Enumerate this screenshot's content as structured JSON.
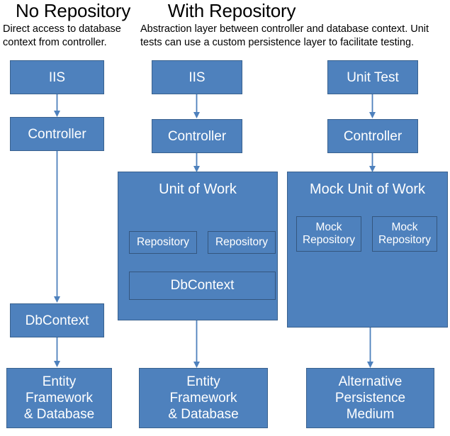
{
  "diagram": {
    "type": "flow-diagram",
    "title_left": "No Repository",
    "title_right": "With Repository",
    "subtitle_left": "Direct access to database context from controller.",
    "subtitle_right": "Abstraction layer between controller and database context. Unit tests can use a custom persistence layer to facilitate testing.",
    "colors": {
      "box_fill": "#4E81BD",
      "box_border": "#39618E",
      "inner_border": "#34567E",
      "connector": "#4E81BD",
      "box_text": "#FFFFFF",
      "heading_text": "#000000",
      "background": "#FFFFFF"
    },
    "columns": [
      {
        "name": "no-repository",
        "nodes": [
          {
            "id": "iis-1",
            "label": "IIS"
          },
          {
            "id": "controller-1",
            "label": "Controller"
          },
          {
            "id": "dbcontext-1",
            "label": "DbContext"
          },
          {
            "id": "ef-db-1",
            "label": "Entity\nFramework\n& Database"
          }
        ]
      },
      {
        "name": "with-repository-production",
        "nodes": [
          {
            "id": "iis-2",
            "label": "IIS"
          },
          {
            "id": "controller-2",
            "label": "Controller"
          },
          {
            "id": "unit-of-work",
            "label": "Unit of Work"
          },
          {
            "id": "repository-1",
            "label": "Repository"
          },
          {
            "id": "repository-2",
            "label": "Repository"
          },
          {
            "id": "dbcontext-2",
            "label": "DbContext"
          },
          {
            "id": "ef-db-2",
            "label": "Entity\nFramework\n& Database"
          }
        ]
      },
      {
        "name": "with-repository-test",
        "nodes": [
          {
            "id": "unit-test",
            "label": "Unit Test"
          },
          {
            "id": "controller-3",
            "label": "Controller"
          },
          {
            "id": "mock-unit-of-work",
            "label": "Mock Unit of Work"
          },
          {
            "id": "mock-repository-1",
            "label": "Mock\nRepository"
          },
          {
            "id": "mock-repository-2",
            "label": "Mock\nRepository"
          },
          {
            "id": "alt-persistence",
            "label": "Alternative\nPersistence\nMedium"
          }
        ]
      }
    ],
    "labels": {
      "iis_1": "IIS",
      "controller_1": "Controller",
      "dbcontext_1": "DbContext",
      "ef_db_1_line1": "Entity",
      "ef_db_1_line2": "Framework",
      "ef_db_1_line3": "& Database",
      "iis_2": "IIS",
      "controller_2": "Controller",
      "unit_of_work": "Unit of Work",
      "repository_1": "Repository",
      "repository_2": "Repository",
      "dbcontext_2": "DbContext",
      "ef_db_2_line1": "Entity",
      "ef_db_2_line2": "Framework",
      "ef_db_2_line3": "& Database",
      "unit_test": "Unit Test",
      "controller_3": "Controller",
      "mock_unit_of_work": "Mock Unit of Work",
      "mock_repository_1_line1": "Mock",
      "mock_repository_1_line2": "Repository",
      "mock_repository_2_line1": "Mock",
      "mock_repository_2_line2": "Repository",
      "alt_persistence_line1": "Alternative",
      "alt_persistence_line2": "Persistence",
      "alt_persistence_line3": "Medium"
    },
    "edges": [
      {
        "from": "iis-1",
        "to": "controller-1"
      },
      {
        "from": "controller-1",
        "to": "dbcontext-1"
      },
      {
        "from": "dbcontext-1",
        "to": "ef-db-1"
      },
      {
        "from": "iis-2",
        "to": "controller-2"
      },
      {
        "from": "controller-2",
        "to": "unit-of-work"
      },
      {
        "from": "unit-of-work",
        "to": "ef-db-2"
      },
      {
        "from": "unit-test",
        "to": "controller-3"
      },
      {
        "from": "controller-3",
        "to": "mock-unit-of-work"
      },
      {
        "from": "mock-unit-of-work",
        "to": "alt-persistence"
      }
    ]
  }
}
